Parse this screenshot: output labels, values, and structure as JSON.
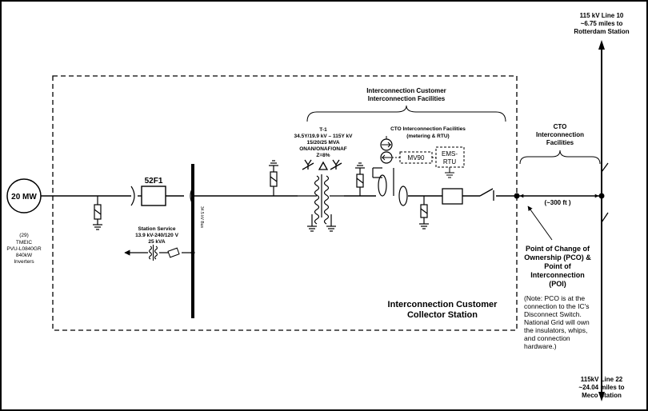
{
  "generator": {
    "rating": "20 MW",
    "count": "(29)",
    "model": "TMEIC",
    "model2": "PVU-L0840GR",
    "size": "840kW",
    "kind": "Inverters"
  },
  "breaker": {
    "label": "52F1"
  },
  "bus": {
    "label": "34.5 kV Bus"
  },
  "station_service": {
    "line1": "Station Service",
    "line2": "13.9 kV-240/120 V",
    "line3": "25 kVA"
  },
  "transformer": {
    "line1": "T-1",
    "line2": "34.5Y/19.9 kV – 115Y kV",
    "line3": "15/20/25 MVA",
    "line4": "ONAN/ONAF/ONAF",
    "line5": "Z=8%"
  },
  "cto_box": {
    "line1": "CTO  Interconnection Facilities",
    "line2": "(metering & RTU)"
  },
  "mv90": {
    "label": "MV90"
  },
  "ems": {
    "line1": "EMS-",
    "line2": "RTU"
  },
  "ic_facilities": {
    "line1": "Interconnection Customer",
    "line2": "Interconnection  Facilities"
  },
  "cto_facilities": {
    "line1": "CTO",
    "line2": "Interconnection",
    "line3": "Facilities"
  },
  "distance": {
    "label": "(~300 ft )"
  },
  "line_top": {
    "line1": "115 kV Line 10",
    "line2": "~6.75 miles to",
    "line3": "Rotterdam Station"
  },
  "line_bottom": {
    "line1": "115kV Line 22",
    "line2": "~24.04 miles to",
    "line3": "Meco Station"
  },
  "pco": {
    "line1": "Point of Change of",
    "line2": "Ownership (PCO) &",
    "line3": "Point of",
    "line4": "Interconnection",
    "line5": "(POI)"
  },
  "note": {
    "line1": "(Note: PCO is at the",
    "line2": "connection to the IC's",
    "line3": "Disconnect Switch.",
    "line4": "National Grid will own",
    "line5": "the insulators, whips,",
    "line6": "and connection",
    "line7": "hardware.)"
  },
  "collector": {
    "line1": "Interconnection Customer",
    "line2": "Collector Station"
  }
}
